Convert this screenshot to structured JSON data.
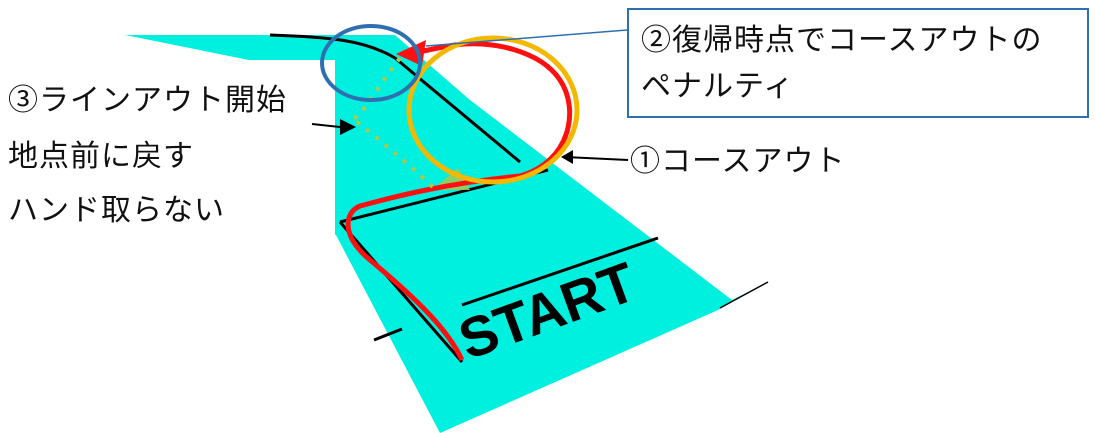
{
  "labels": {
    "course_out": "①コースアウト",
    "penalty_line1": "②復帰時点でコースアウトの",
    "penalty_line2": "ペナルティ",
    "return_line1": "③ラインアウト開始",
    "return_line2": "地点前に戻す",
    "return_line3": "ハンド取らない"
  },
  "start_text": "START",
  "colors": {
    "course": "#00f0e0",
    "path": "#ff1010",
    "penalty_circle": "#f5b800",
    "return_circle": "#2e6fb0",
    "dotted_path": "#a8c850",
    "callout_border": "#2e6fb0"
  }
}
